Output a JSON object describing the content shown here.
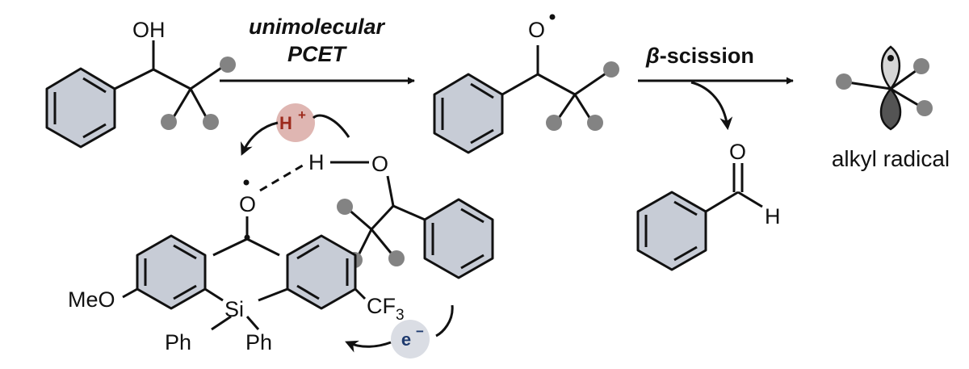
{
  "colors": {
    "ring_fill": "#c7ccd6",
    "substituent_dot": "#838383",
    "proton_color": "#9c2a1c",
    "proton_bubble": "#dfb6b2",
    "electron_color": "#1e3a6e",
    "electron_bubble": "#dadde4",
    "orbital_light": "#d6d6d6",
    "orbital_dark": "#545454"
  },
  "reaction": {
    "step1_label_line1": "unimolecular",
    "step1_label_line2": "PCET",
    "step2_label_beta": "β",
    "step2_label_rest": "-scission",
    "product_label": "alkyl radical"
  },
  "atoms": {
    "hydroxyl": "OH",
    "oxygen": "O",
    "hydrogen": "H",
    "proton_symbol": "H",
    "proton_charge": "+",
    "electron_symbol": "e",
    "electron_charge": "−",
    "methoxy": "MeO",
    "silicon": "Si",
    "phenyl_left": "Ph",
    "phenyl_right": "Ph",
    "cf3_main": "CF",
    "cf3_sub": "3"
  },
  "icons": {
    "reaction_arrow": "arrow-right-icon",
    "curved_arrow": "curved-arrow-icon",
    "radical_dot": "radical-dot-icon",
    "orbital": "p-orbital-icon"
  }
}
